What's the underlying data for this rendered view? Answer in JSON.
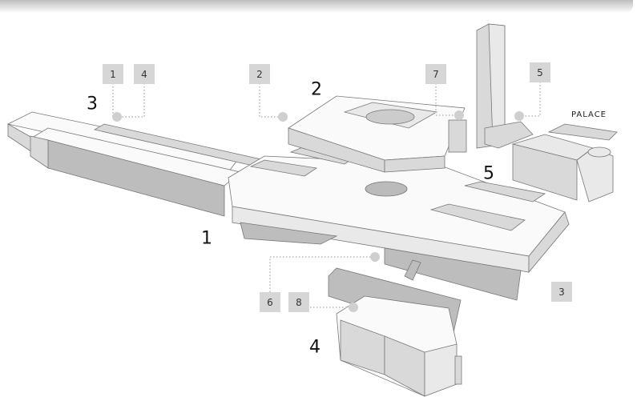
{
  "markers": {
    "m1": "1",
    "m4": "4",
    "m2": "2",
    "m7": "7",
    "m5": "5",
    "m6": "6",
    "m8": "8",
    "m3": "3"
  },
  "areas": {
    "a3": "3",
    "a2": "2",
    "a5": "5",
    "a1": "1",
    "a4": "4"
  },
  "palace_label": "PALACE"
}
